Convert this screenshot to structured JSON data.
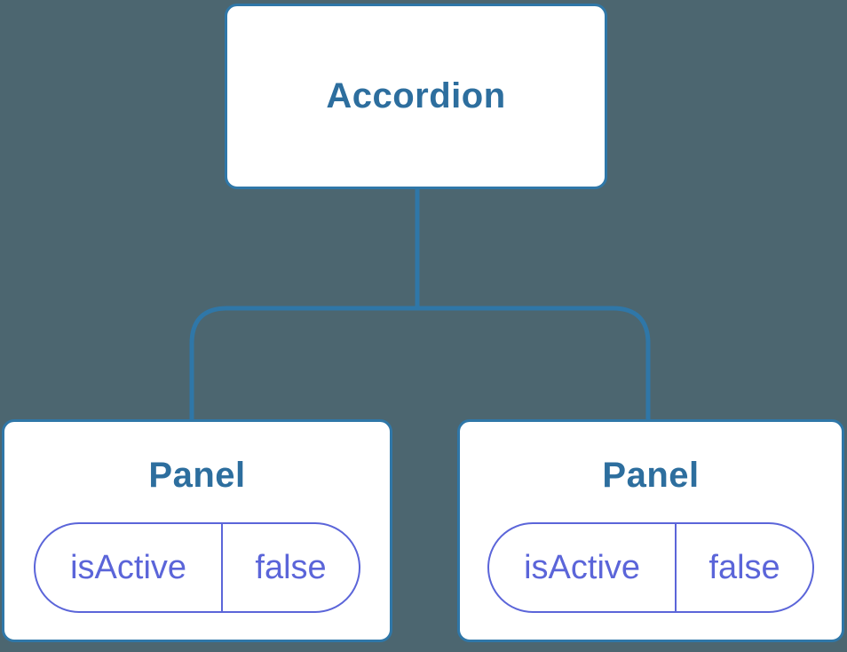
{
  "diagram": {
    "description": "Component tree diagram: Accordion parent with two Panel children each holding state",
    "root_node": {
      "label": "Accordion"
    },
    "panels": [
      {
        "label": "Panel",
        "state_key": "isActive",
        "state_value": "false"
      },
      {
        "label": "Panel",
        "state_key": "isActive",
        "state_value": "false"
      }
    ]
  },
  "colors": {
    "background": "#4C6670",
    "node-fill": "#FFFFFF",
    "node-border": "#2F77A8",
    "node-label": "#2D6E9E",
    "state-accent": "#5B65D9"
  }
}
